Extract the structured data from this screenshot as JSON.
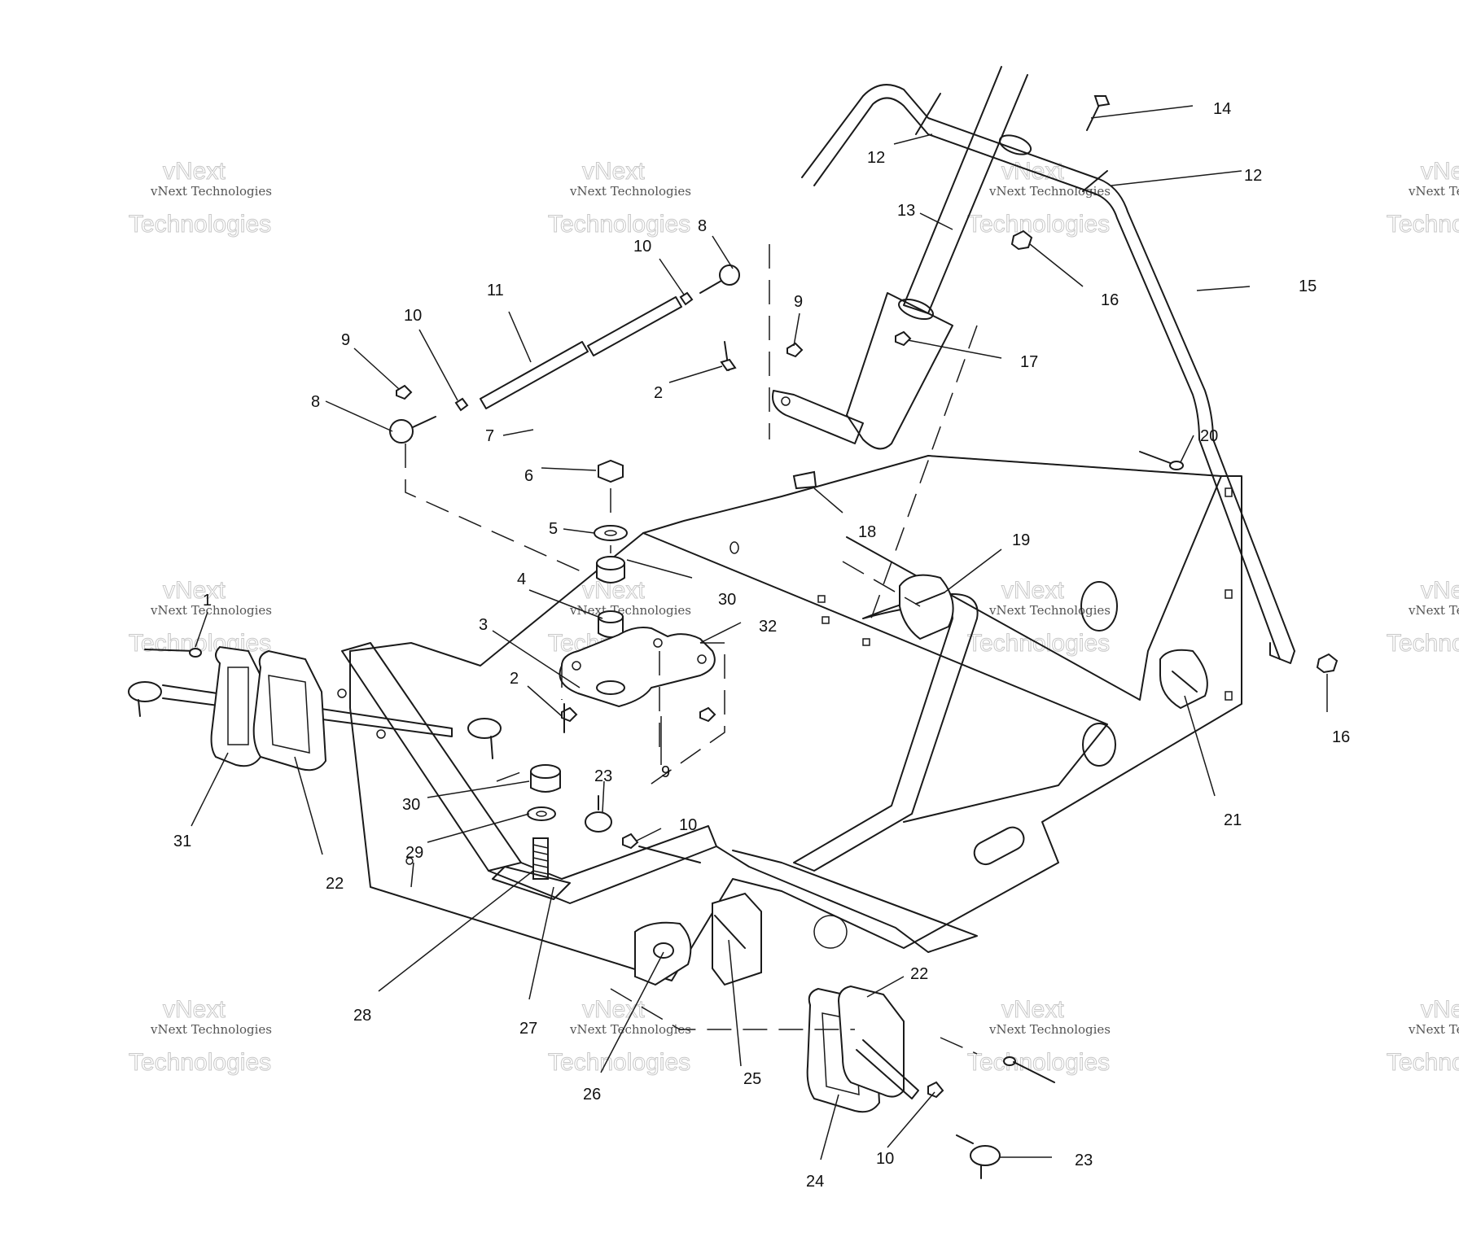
{
  "watermark": {
    "line1": "vNext Technologies",
    "line2": "Technologies",
    "logo": "vNext"
  },
  "callouts": [
    {
      "label": "14"
    },
    {
      "label": "12"
    },
    {
      "label": "12"
    },
    {
      "label": "13"
    },
    {
      "label": "15"
    },
    {
      "label": "16"
    },
    {
      "label": "17"
    },
    {
      "label": "8"
    },
    {
      "label": "10"
    },
    {
      "label": "11"
    },
    {
      "label": "10"
    },
    {
      "label": "9"
    },
    {
      "label": "8"
    },
    {
      "label": "9"
    },
    {
      "label": "2"
    },
    {
      "label": "7"
    },
    {
      "label": "6"
    },
    {
      "label": "5"
    },
    {
      "label": "18"
    },
    {
      "label": "20"
    },
    {
      "label": "19"
    },
    {
      "label": "4"
    },
    {
      "label": "30"
    },
    {
      "label": "3"
    },
    {
      "label": "32"
    },
    {
      "label": "2"
    },
    {
      "label": "1"
    },
    {
      "label": "9"
    },
    {
      "label": "16"
    },
    {
      "label": "21"
    },
    {
      "label": "31"
    },
    {
      "label": "22"
    },
    {
      "label": "30"
    },
    {
      "label": "23"
    },
    {
      "label": "10"
    },
    {
      "label": "29"
    },
    {
      "label": "28"
    },
    {
      "label": "27"
    },
    {
      "label": "26"
    },
    {
      "label": "25"
    },
    {
      "label": "22"
    },
    {
      "label": "24"
    },
    {
      "label": "10"
    },
    {
      "label": "23"
    }
  ]
}
